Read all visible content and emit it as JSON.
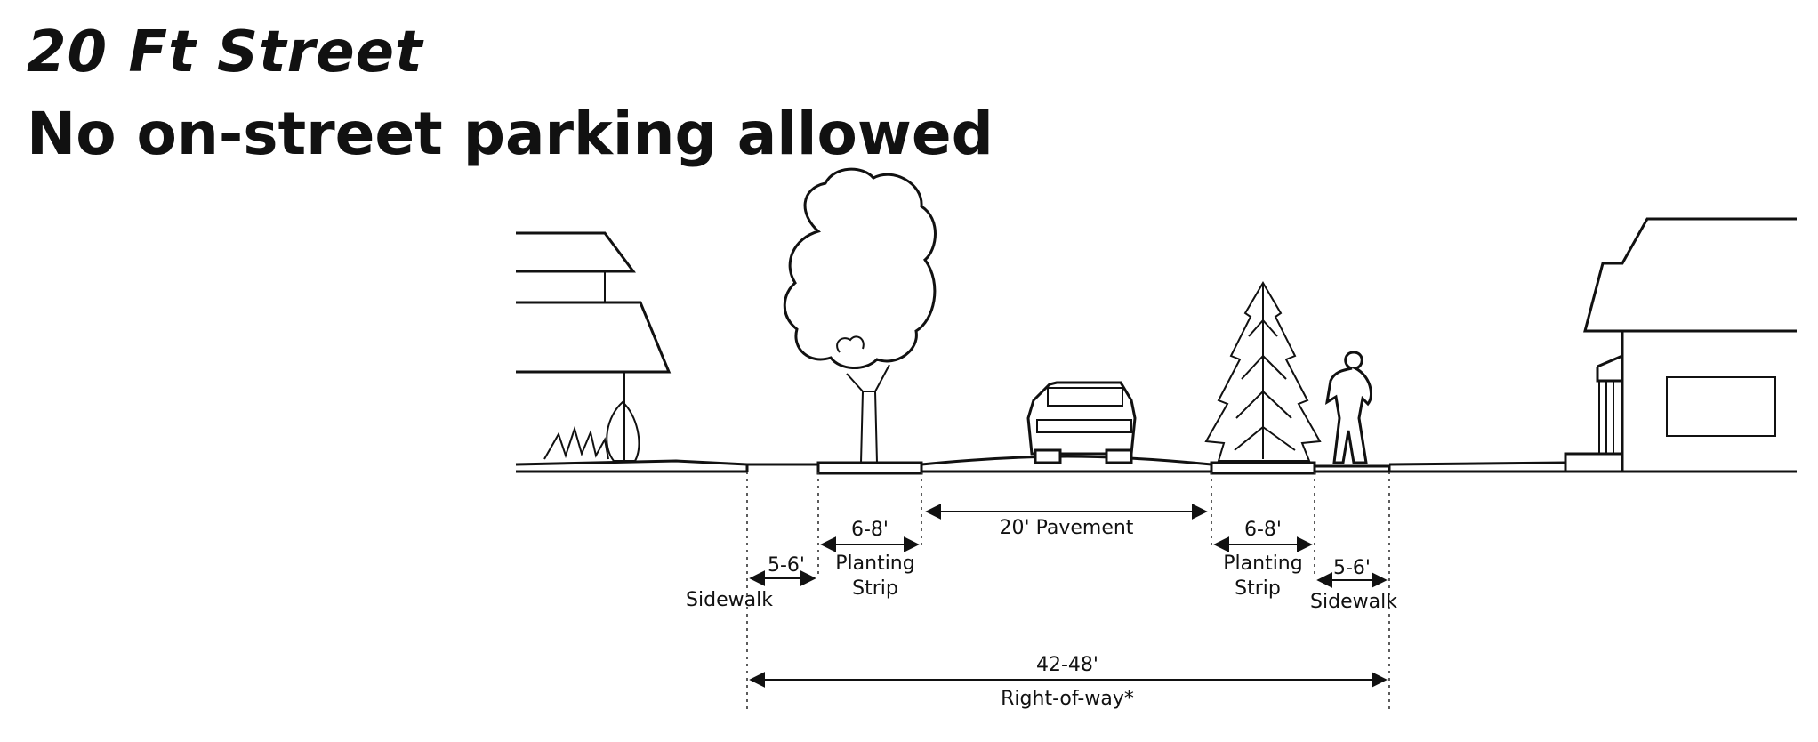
{
  "title": "20 Ft Street",
  "subtitle": "No on-street parking allowed",
  "dimensions": {
    "pavement": "20' Pavement",
    "planting_width": "6-8'",
    "planting_label_1": "Planting",
    "planting_label_2": "Strip",
    "sidewalk_width": "5-6'",
    "sidewalk_label": "Sidewalk",
    "row_width": "42-48'",
    "row_label": "Right-of-way*"
  }
}
